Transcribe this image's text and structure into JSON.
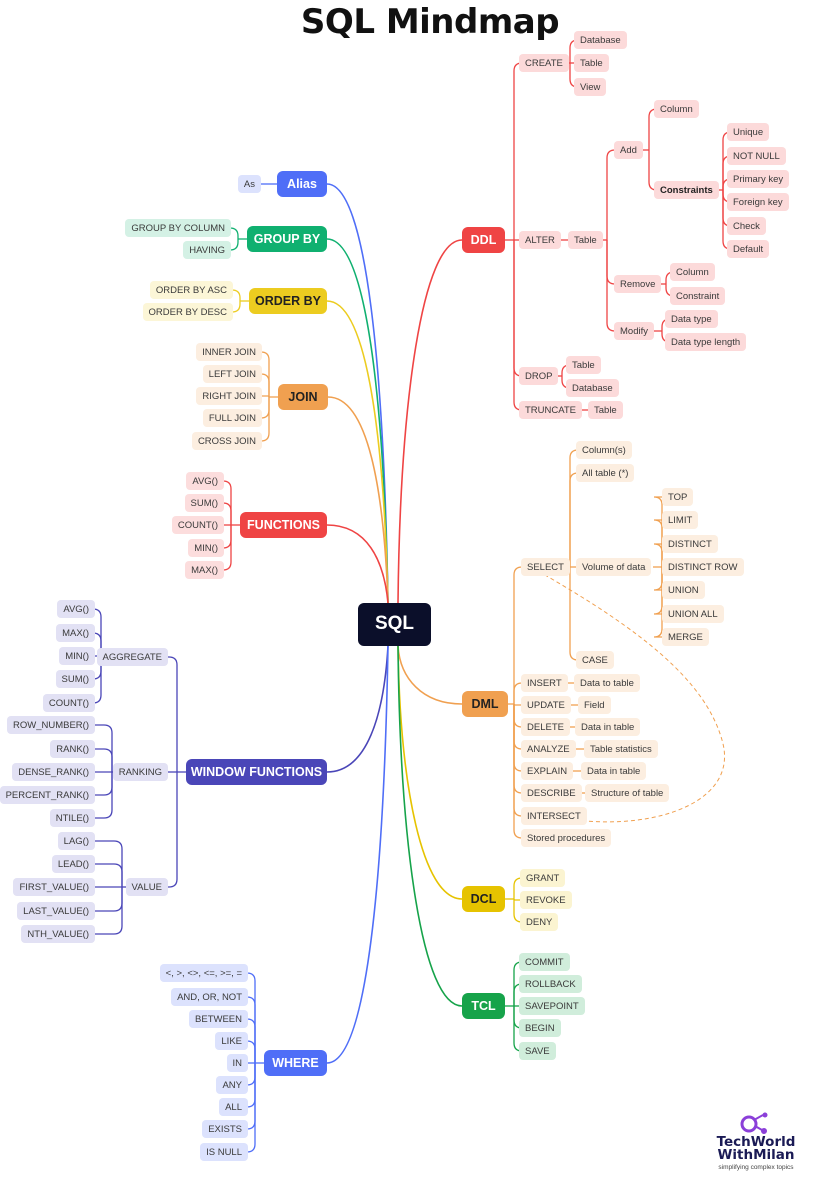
{
  "title": "SQL Mindmap",
  "root": "SQL",
  "colors": {
    "ddl": "#ef4444",
    "dml": "#f0a050",
    "dcl": "#e6c300",
    "tcl": "#16a34a",
    "alias": "#4f6ef7",
    "group_by": "#10b070",
    "order_by": "#eccc20",
    "join": "#f0a050",
    "functions": "#ef4444",
    "window": "#4a46b8",
    "where": "#4f6ef7"
  },
  "ddl": {
    "label": "DDL",
    "create": {
      "label": "CREATE",
      "items": [
        "Database",
        "Table",
        "View"
      ]
    },
    "alter": {
      "label": "ALTER",
      "table": "Table",
      "add": {
        "label": "Add",
        "column": "Column",
        "constraints": "Constraints",
        "constraint_items": [
          "Unique",
          "NOT NULL",
          "Primary key",
          "Foreign key",
          "Check",
          "Default"
        ]
      },
      "remove": {
        "label": "Remove",
        "items": [
          "Column",
          "Constraint"
        ]
      },
      "modify": {
        "label": "Modify",
        "items": [
          "Data type",
          "Data type length"
        ]
      }
    },
    "drop": {
      "label": "DROP",
      "items": [
        "Table",
        "Database"
      ]
    },
    "truncate": {
      "label": "TRUNCATE",
      "table": "Table"
    }
  },
  "dml": {
    "label": "DML",
    "select": {
      "label": "SELECT",
      "columns": "Column(s)",
      "all_table": "All table (*)",
      "volume": "Volume of data",
      "volume_items": [
        "TOP",
        "LIMIT",
        "DISTINCT",
        "DISTINCT ROW",
        "UNION",
        "UNION ALL",
        "MERGE"
      ],
      "case": "CASE"
    },
    "commands": [
      {
        "label": "INSERT",
        "detail": "Data to table"
      },
      {
        "label": "UPDATE",
        "detail": "Field"
      },
      {
        "label": "DELETE",
        "detail": "Data in table"
      },
      {
        "label": "ANALYZE",
        "detail": "Table statistics"
      },
      {
        "label": "EXPLAIN",
        "detail": "Data in table"
      },
      {
        "label": "DESCRIBE",
        "detail": "Structure of table"
      }
    ],
    "intersect": "INTERSECT",
    "stored": "Stored procedures"
  },
  "dcl": {
    "label": "DCL",
    "items": [
      "GRANT",
      "REVOKE",
      "DENY"
    ]
  },
  "tcl": {
    "label": "TCL",
    "items": [
      "COMMIT",
      "ROLLBACK",
      "SAVEPOINT",
      "BEGIN",
      "SAVE"
    ]
  },
  "alias": {
    "label": "Alias",
    "items": [
      "As"
    ]
  },
  "group_by": {
    "label": "GROUP BY",
    "items": [
      "GROUP BY COLUMN",
      "HAVING"
    ]
  },
  "order_by": {
    "label": "ORDER BY",
    "items": [
      "ORDER BY ASC",
      "ORDER BY DESC"
    ]
  },
  "join": {
    "label": "JOIN",
    "items": [
      "INNER JOIN",
      "LEFT JOIN",
      "RIGHT JOIN",
      "FULL JOIN",
      "CROSS JOIN"
    ]
  },
  "functions": {
    "label": "FUNCTIONS",
    "items": [
      "AVG()",
      "SUM()",
      "COUNT()",
      "MIN()",
      "MAX()"
    ]
  },
  "window": {
    "label": "WINDOW FUNCTIONS",
    "aggregate": {
      "label": "AGGREGATE",
      "items": [
        "AVG()",
        "MAX()",
        "MIN()",
        "SUM()",
        "COUNT()"
      ]
    },
    "ranking": {
      "label": "RANKING",
      "items": [
        "ROW_NUMBER()",
        "RANK()",
        "DENSE_RANK()",
        "PERCENT_RANK()",
        "NTILE()"
      ]
    },
    "value": {
      "label": "VALUE",
      "items": [
        "LAG()",
        "LEAD()",
        "FIRST_VALUE()",
        "LAST_VALUE()",
        "NTH_VALUE()"
      ]
    }
  },
  "where": {
    "label": "WHERE",
    "items": [
      "<, >, <>, <=, >=, =",
      "AND, OR, NOT",
      "BETWEEN",
      "LIKE",
      "IN",
      "ANY",
      "ALL",
      "EXISTS",
      "IS NULL"
    ]
  },
  "brand": {
    "name_line1": "TechWorld",
    "name_line2": "WithMilan",
    "tagline": "simplifying complex topics",
    "logo_icon": "network-nodes-icon"
  }
}
